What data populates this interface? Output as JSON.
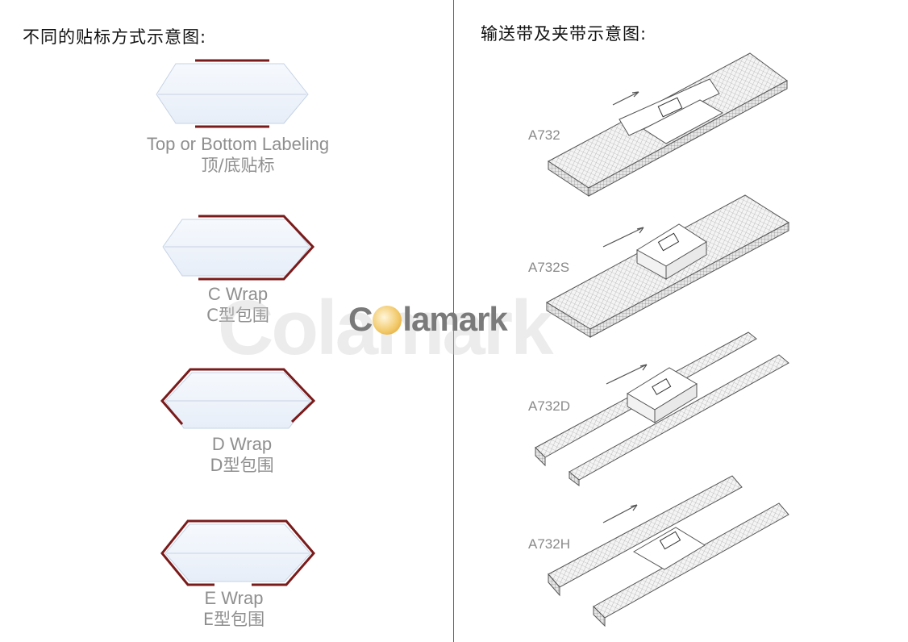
{
  "headings": {
    "left": "不同的贴标方式示意图:",
    "right": "输送带及夹带示意图:"
  },
  "label_styles": [
    {
      "en": "Top or Bottom Labeling",
      "zh": "顶/底贴标"
    },
    {
      "en": "C Wrap",
      "zh": "C型包围"
    },
    {
      "en": "D Wrap",
      "zh": "D型包围"
    },
    {
      "en": "E Wrap",
      "zh": "E型包围"
    }
  ],
  "belts": [
    {
      "model": "A732"
    },
    {
      "model": "A732S"
    },
    {
      "model": "A732D"
    },
    {
      "model": "A732H"
    }
  ],
  "watermark": {
    "text": "Colamark",
    "logo_pre": "C",
    "logo_post": "lamark"
  },
  "colors": {
    "wrap_line": "#7a1b1b",
    "divider": "#c8373b",
    "caption": "#8f8f8f",
    "bottle_fill": "#eef4fb"
  }
}
